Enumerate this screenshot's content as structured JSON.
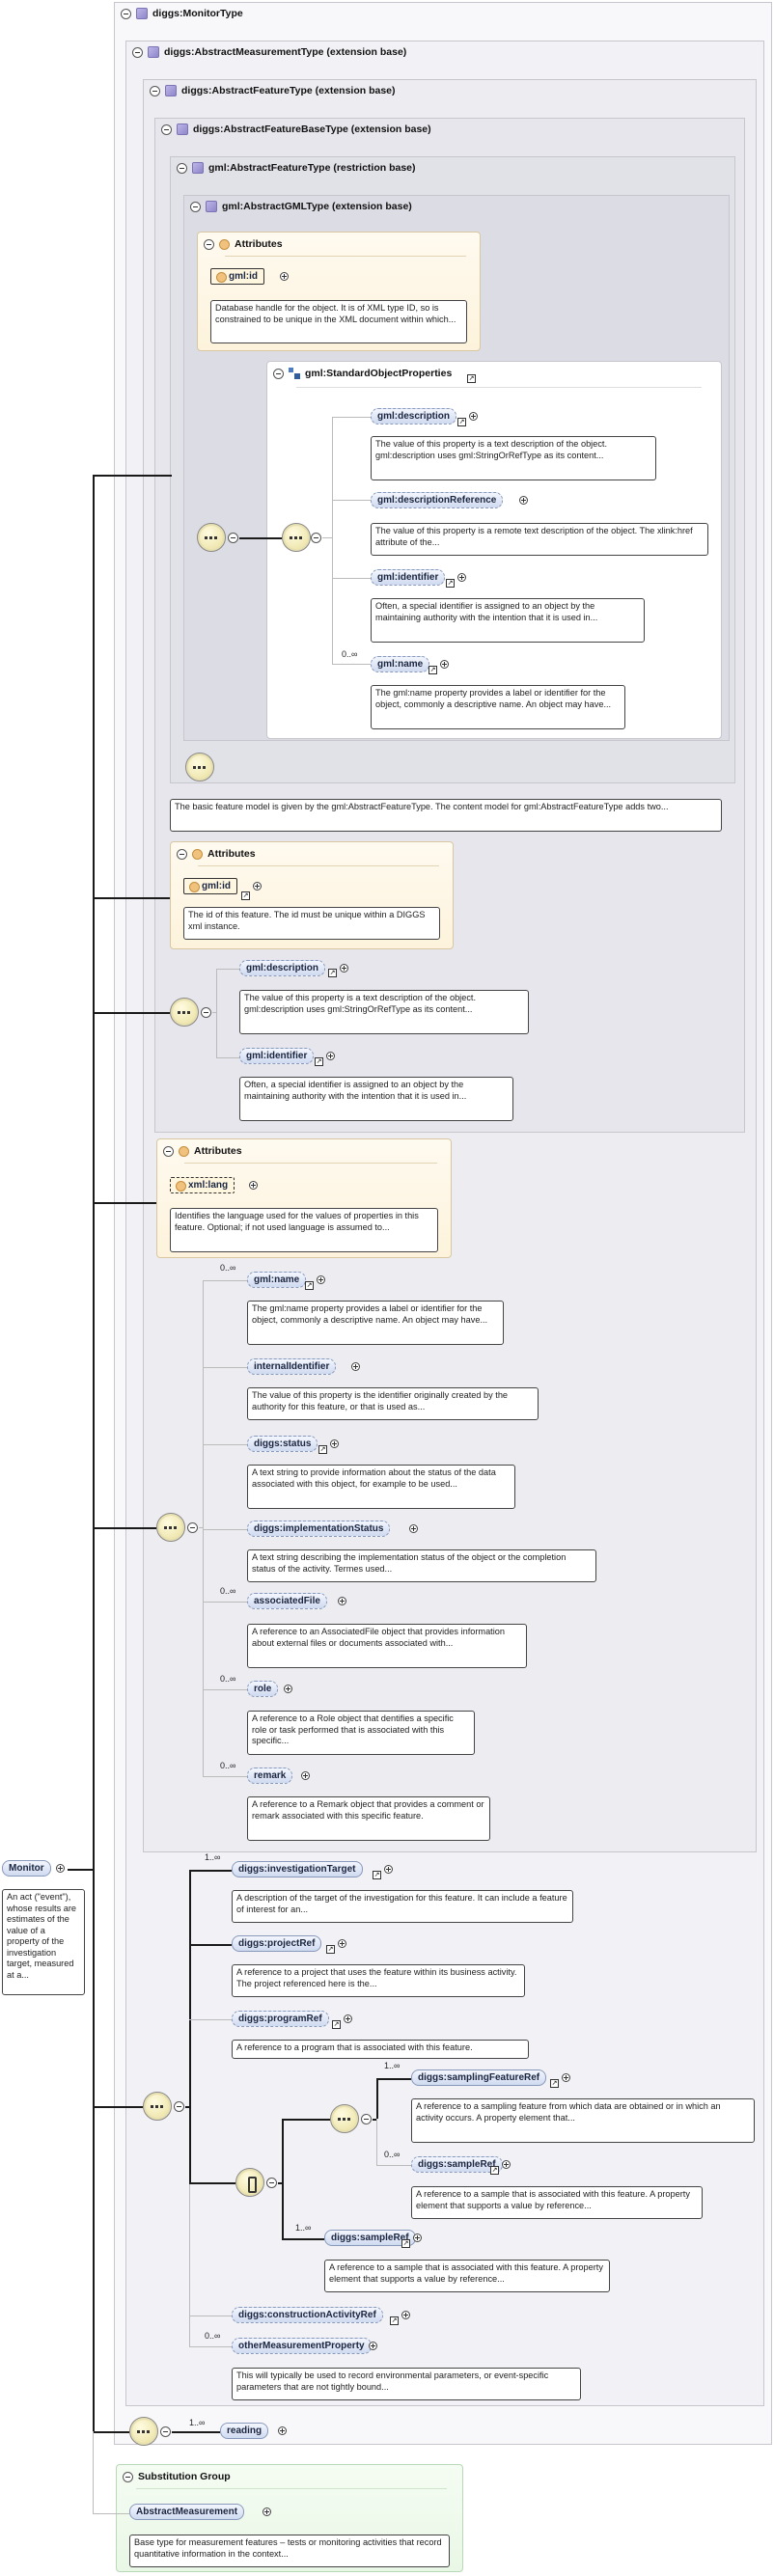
{
  "root": {
    "name": "Monitor",
    "description": "An act (\"event\"), whose results are estimates of the value of a property of the investigation target, measured at a..."
  },
  "types": {
    "monitor": "diggs:MonitorType",
    "measurement": "diggs:AbstractMeasurementType (extension base)",
    "feature": "diggs:AbstractFeatureType (extension base)",
    "featureBase": "diggs:AbstractFeatureBaseType (extension base)",
    "gmlFeature": "gml:AbstractFeatureType (restriction base)",
    "gmlGml": "gml:AbstractGMLType (extension base)"
  },
  "labels": {
    "attributes": "Attributes",
    "substitution": "Substitution Group",
    "standard": "gml:StandardObjectProperties"
  },
  "gml": {
    "id": {
      "name": "gml:id",
      "desc": "Database handle for the object. It is of XML type ID, so is constrained to be unique in the XML document within which..."
    },
    "description": {
      "name": "gml:description",
      "desc": "The value of this property is a text description of the object. gml:description uses gml:StringOrRefType as its content..."
    },
    "descriptionReference": {
      "name": "gml:descriptionReference",
      "desc": "The value of this property is a remote text description of the object. The xlink:href attribute of the..."
    },
    "identifier": {
      "name": "gml:identifier",
      "desc": "Often, a special identifier is assigned to an object by the maintaining authority with the intention that it is used in..."
    },
    "name": {
      "occ": "0..∞",
      "name": "gml:name",
      "desc": "The gml:name property provides a label or identifier for the object, commonly a descriptive name. An object may have..."
    }
  },
  "gmlFeatureDesc": "The basic feature model is given by the gml:AbstractFeatureType. The content model for gml:AbstractFeatureType adds two...",
  "featureBase": {
    "id": {
      "name": "gml:id",
      "desc": "The id of this feature. The id must be unique within a DIGGS xml instance."
    },
    "description": {
      "name": "gml:description",
      "desc": "The value of this property is a text description of the object. gml:description uses gml:StringOrRefType as its content..."
    },
    "identifier": {
      "name": "gml:identifier",
      "desc": "Often, a special identifier is assigned to an object by the maintaining authority with the intention that it is used in..."
    }
  },
  "feature": {
    "lang": {
      "name": "xml:lang",
      "desc": "Identifies the language used for the values of properties in this feature. Optional; if not used language is assumed to..."
    },
    "name": {
      "occ": "0..∞",
      "name": "gml:name",
      "desc": "The gml:name property provides a label or identifier for the object, commonly a descriptive name. An object may have..."
    },
    "internalIdentifier": {
      "name": "internalIdentifier",
      "desc": "The value of this property is the identifier originally created by the authority for this feature, or that is used as..."
    },
    "status": {
      "name": "diggs:status",
      "desc": "A text string to provide information about the status of the data associated with this object, for example to be used..."
    },
    "implementationStatus": {
      "name": "diggs:implementationStatus",
      "desc": "A text string describing the implementation status of the object or the completion status of the activity. Termes used..."
    },
    "associatedFile": {
      "occ": "0..∞",
      "name": "associatedFile",
      "desc": "A reference to an AssociatedFile object that provides information about external files or documents associated with..."
    },
    "role": {
      "occ": "0..∞",
      "name": "role",
      "desc": "A reference to a Role object that dentifies a specific role or task performed that is associated with this specific..."
    },
    "remark": {
      "occ": "0..∞",
      "name": "remark",
      "desc": "A reference to a Remark object that provides a comment or remark associated with this specific feature."
    }
  },
  "measurement": {
    "investigationTarget": {
      "occ": "1..∞",
      "name": "diggs:investigationTarget",
      "desc": "A description of the target of the investigation for this feature. It can include a feature of interest for an..."
    },
    "projectRef": {
      "name": "diggs:projectRef",
      "desc": "A reference to a project that uses the feature within its business activity. The project referenced here is the..."
    },
    "programRef": {
      "name": "diggs:programRef",
      "desc": "A reference to a program that is associated with this feature."
    },
    "samplingFeatureRef": {
      "occ": "1..∞",
      "name": "diggs:samplingFeatureRef",
      "desc": "A reference to a sampling feature from which data are obtained or in which an activity occurs. A property element that..."
    },
    "sampleRefA": {
      "occ": "0..∞",
      "name": "diggs:sampleRef",
      "desc": "A reference to a sample that is associated with this feature. A property element that supports a value by reference..."
    },
    "sampleRefB": {
      "occ": "1..∞",
      "name": "diggs:sampleRef",
      "desc": "A reference to a sample that is associated with this feature. A property element that supports a value by reference..."
    },
    "constructionActivityRef": {
      "name": "diggs:constructionActivityRef"
    },
    "otherMeasurementProperty": {
      "occ": "0..∞",
      "name": "otherMeasurementProperty",
      "desc": "This will typically be used to record environmental parameters, or event-specific parameters that are not tightly bound..."
    }
  },
  "monitor": {
    "reading": {
      "occ": "1..∞",
      "name": "reading"
    }
  },
  "substitution": {
    "name": "AbstractMeasurement",
    "desc": "Base type for measurement features – tests or monitoring activities that record quantitative information in the context..."
  }
}
